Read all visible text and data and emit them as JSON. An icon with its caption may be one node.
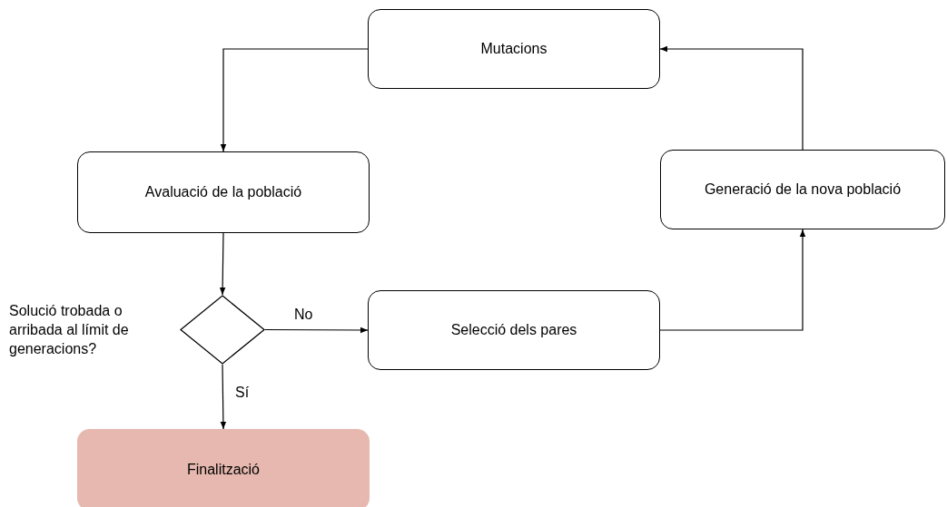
{
  "diagram": {
    "nodes": [
      {
        "text": [
          "Mutacions"
        ]
      },
      {
        "text": [
          "Avaluació de la població"
        ]
      },
      {
        "text": [],
        "shape": "diamond",
        "beside": [
          "Solució trobada o arribada al límit de generacions?"
        ]
      },
      {
        "text": [
          "Selecció dels pares"
        ]
      },
      {
        "text": [
          "Generació de la nova població"
        ]
      },
      {
        "text": [
          "Finalització"
        ]
      }
    ],
    "edges": [
      {
        "from": 0,
        "to": 1,
        "arrow": "to"
      },
      {
        "from": 1,
        "to": 2,
        "arrow": "to"
      },
      {
        "from": 2,
        "to": 3,
        "arrow": "to",
        "label": "No"
      },
      {
        "from": 2,
        "to": 5,
        "arrow": "to",
        "label": "Sí"
      },
      {
        "from": 3,
        "to": 4,
        "arrow": "to"
      },
      {
        "from": 4,
        "to": 0,
        "arrow": "to"
      }
    ]
  }
}
